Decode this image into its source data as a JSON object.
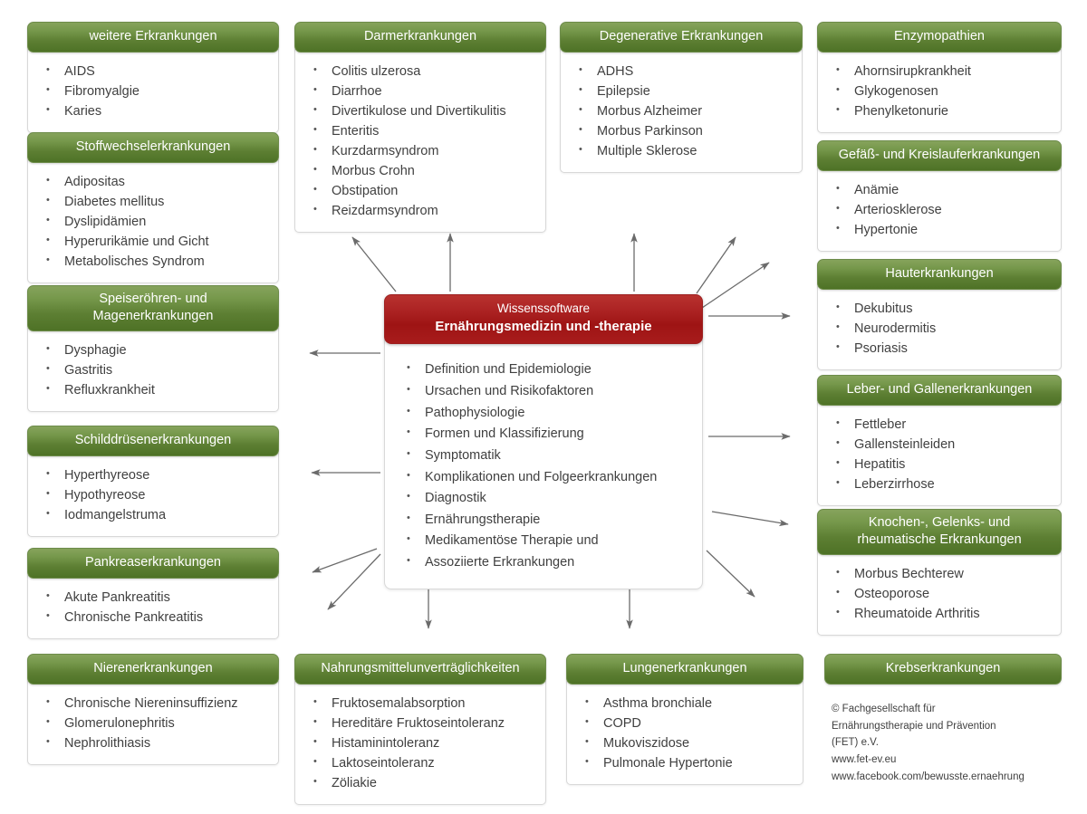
{
  "center": {
    "title_line1": "Wissenssoftware",
    "title_line2": "Ernährungsmedizin und -therapie",
    "items": [
      "Definition und Epidemiologie",
      "Ursachen und Risikofaktoren",
      "Pathophysiologie",
      "Formen und Klassifizierung",
      "Symptomatik",
      "Komplikationen und Folgeerkrankungen",
      "Diagnostik",
      "Ernährungstherapie",
      "Medikamentöse Therapie und",
      "Assoziierte Erkrankungen"
    ],
    "colors": {
      "header_top": "#b8322f",
      "header_bottom": "#a81c1c"
    }
  },
  "theme": {
    "green_top": "#86a35c",
    "green_bottom": "#4e7226",
    "arrow_color": "#6b6b6b",
    "text_color": "#404040"
  },
  "boxes": [
    {
      "id": "weitere-erkrankungen",
      "title": "weitere Erkrankungen",
      "items": [
        "AIDS",
        "Fibromyalgie",
        "Karies"
      ]
    },
    {
      "id": "stoffwechselerkrankungen",
      "title": "Stoffwechselerkrankungen",
      "items": [
        "Adipositas",
        "Diabetes mellitus",
        "Dyslipidämien",
        "Hyperurikämie und Gicht",
        "Metabolisches Syndrom"
      ]
    },
    {
      "id": "speiseroehren-magenerkrankungen",
      "title_line1": "Speiseröhren- und",
      "title_line2": "Magenerkrankungen",
      "items": [
        "Dysphagie",
        "Gastritis",
        "Refluxkrankheit"
      ]
    },
    {
      "id": "schilddruesenerkrankungen",
      "title": "Schilddrüsenerkrankungen",
      "items": [
        "Hyperthyreose",
        "Hypothyreose",
        "Iodmangelstruma"
      ]
    },
    {
      "id": "pankreaserkrankungen",
      "title": "Pankreaserkrankungen",
      "items": [
        "Akute Pankreatitis",
        "Chronische Pankreatitis"
      ]
    },
    {
      "id": "nierenerkrankungen",
      "title": "Nierenerkrankungen",
      "items": [
        "Chronische Niereninsuffizienz",
        "Glomerulonephritis",
        "Nephrolithiasis"
      ]
    },
    {
      "id": "darmerkrankungen",
      "title": "Darmerkrankungen",
      "items": [
        "Colitis ulzerosa",
        "Diarrhoe",
        "Divertikulose und Divertikulitis",
        "Enteritis",
        "Kurzdarmsyndrom",
        "Morbus Crohn",
        "Obstipation",
        "Reizdarmsyndrom"
      ]
    },
    {
      "id": "nahrungsmittelunvertraeglichkeiten",
      "title": "Nahrungsmittelunverträglichkeiten",
      "items": [
        "Fruktosemalabsorption",
        "Hereditäre Fruktoseintoleranz",
        "Histaminintoleranz",
        "Laktoseintoleranz",
        "Zöliakie"
      ]
    },
    {
      "id": "degenerative-erkrankungen",
      "title": "Degenerative Erkrankungen",
      "items": [
        "ADHS",
        "Epilepsie",
        "Morbus Alzheimer",
        "Morbus Parkinson",
        "Multiple Sklerose"
      ]
    },
    {
      "id": "lungenerkrankungen",
      "title": "Lungenerkrankungen",
      "items": [
        "Asthma bronchiale",
        "COPD",
        "Mukoviszidose",
        "Pulmonale Hypertonie"
      ]
    },
    {
      "id": "enzymopathien",
      "title": "Enzymopathien",
      "items": [
        "Ahornsirupkrankheit",
        "Glykogenosen",
        "Phenylketonurie"
      ]
    },
    {
      "id": "gefaess-kreislauferkrankungen",
      "title": "Gefäß- und Kreislauferkrankungen",
      "items": [
        "Anämie",
        "Arteriosklerose",
        "Hypertonie"
      ]
    },
    {
      "id": "hauterkrankungen",
      "title": "Hauterkrankungen",
      "items": [
        "Dekubitus",
        "Neurodermitis",
        "Psoriasis"
      ]
    },
    {
      "id": "leber-gallenerkrankungen",
      "title": "Leber- und Gallenerkrankungen",
      "items": [
        "Fettleber",
        "Gallensteinleiden",
        "Hepatitis",
        "Leberzirrhose"
      ]
    },
    {
      "id": "knochen-gelenks-rheumatische-erkrankungen",
      "title_line1": "Knochen-, Gelenks- und",
      "title_line2": "rheumatische Erkrankungen",
      "items": [
        "Morbus Bechterew",
        "Osteoporose",
        "Rheumatoide Arthritis"
      ]
    },
    {
      "id": "krebserkrankungen",
      "title": "Krebserkrankungen",
      "items": []
    }
  ],
  "credit": {
    "line1": "© Fachgesellschaft für",
    "line2": "Ernährungstherapie und Prävention",
    "line3": "(FET) e.V.",
    "line4": "www.fet-ev.eu",
    "line5": "www.facebook.com/bewusste.ernaehrung"
  }
}
